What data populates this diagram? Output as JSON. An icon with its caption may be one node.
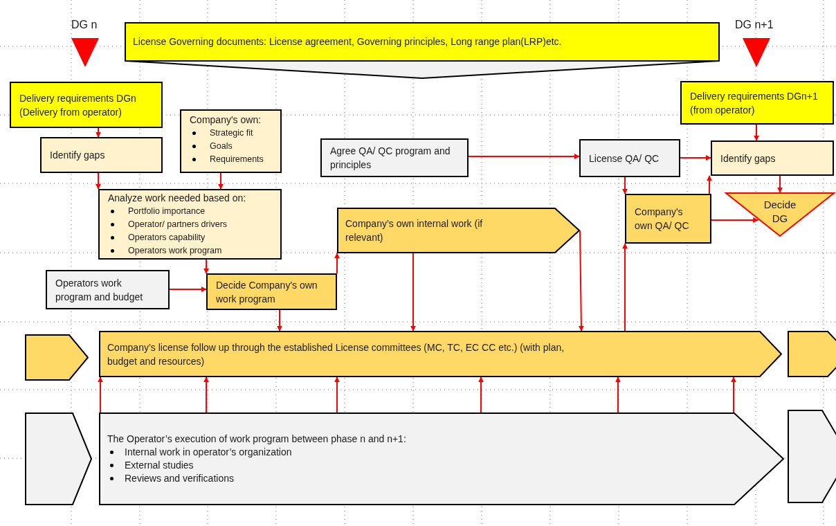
{
  "diagram": {
    "nodes": [
      {
        "text": [
          "License Governing documents: License agreement, Governing principles, Long range plan(LRP)etc."
        ]
      },
      {
        "text": [
          "Delivery requirements DGn (Delivery from operator)"
        ]
      },
      {
        "text": [
          "Identify gaps"
        ]
      },
      {
        "text": [
          "Company's own:",
          "Strategic fit",
          "Goals",
          "Requirements"
        ]
      },
      {
        "text": [
          "Analyze work needed based on:",
          "Portfolio importance",
          "Operator/ partners drivers",
          "Operators capability",
          "Operators work program"
        ]
      },
      {
        "text": [
          "Agree QA/ QC program and principles"
        ]
      },
      {
        "text": [
          "License QA/ QC"
        ]
      },
      {
        "text": [
          "Delivery requirements DGn+1 (from operator)"
        ]
      },
      {
        "text": [
          "Identify gaps"
        ]
      },
      {
        "text": [
          "Company's own QA/ QC"
        ]
      },
      {
        "text": [
          "Decide DG"
        ]
      },
      {
        "text": [
          "Company’s own internal work (if relevant)"
        ]
      },
      {
        "text": [
          "Operators work program and budget"
        ]
      },
      {
        "text": [
          "Decide Company's own work program"
        ]
      },
      {
        "text": [],
        "shape": "pentagon"
      },
      {
        "text": [
          "Company’s license follow up through the established License committees (MC, TC, EC CC etc.) (with plan, budget and resources)"
        ]
      },
      {
        "text": [],
        "shape": "pentagon"
      },
      {
        "text": [],
        "shape": "pentagon"
      },
      {
        "text": [
          "The Operator’s execution of work program between phase n and n+1:",
          "Internal work in operator’s organization",
          "External studies",
          "Reviews and verifications"
        ]
      },
      {
        "text": [],
        "shape": "pentagon"
      }
    ],
    "edges": [
      {
        "from": 1,
        "to": 2,
        "arrow": "to"
      },
      {
        "from": 2,
        "to": 4,
        "arrow": "to"
      },
      {
        "from": 3,
        "to": 4,
        "arrow": "to"
      },
      {
        "from": 4,
        "to": 13,
        "arrow": "to"
      },
      {
        "from": 12,
        "to": 13,
        "arrow": "to"
      },
      {
        "from": 13,
        "to": 11,
        "arrow": "to"
      },
      {
        "from": 13,
        "to": 15,
        "arrow": "to"
      },
      {
        "from": 11,
        "to": 15,
        "arrow": "to"
      },
      {
        "from": 11,
        "to": 15,
        "arrow": "to"
      },
      {
        "from": 5,
        "to": 6,
        "arrow": "to"
      },
      {
        "from": 6,
        "to": 8,
        "arrow": "to"
      },
      {
        "from": 6,
        "to": 9,
        "arrow": "to"
      },
      {
        "from": 9,
        "to": 8,
        "arrow": "to"
      },
      {
        "from": 9,
        "to": 10,
        "arrow": "to"
      },
      {
        "from": 7,
        "to": 8,
        "arrow": "to"
      },
      {
        "from": 8,
        "to": 10,
        "arrow": "to"
      },
      {
        "from": 15,
        "to": 9,
        "arrow": "to"
      },
      {
        "from": 18,
        "to": 15,
        "arrow": "to"
      },
      {
        "from": 18,
        "to": 15,
        "arrow": "to"
      },
      {
        "from": 18,
        "to": 15,
        "arrow": "to"
      },
      {
        "from": 18,
        "to": 15,
        "arrow": "to"
      },
      {
        "from": 18,
        "to": 15,
        "arrow": "to"
      },
      {
        "from": 18,
        "to": 15,
        "arrow": "to"
      }
    ],
    "labels": [
      "DG n",
      "DG n+1"
    ]
  }
}
